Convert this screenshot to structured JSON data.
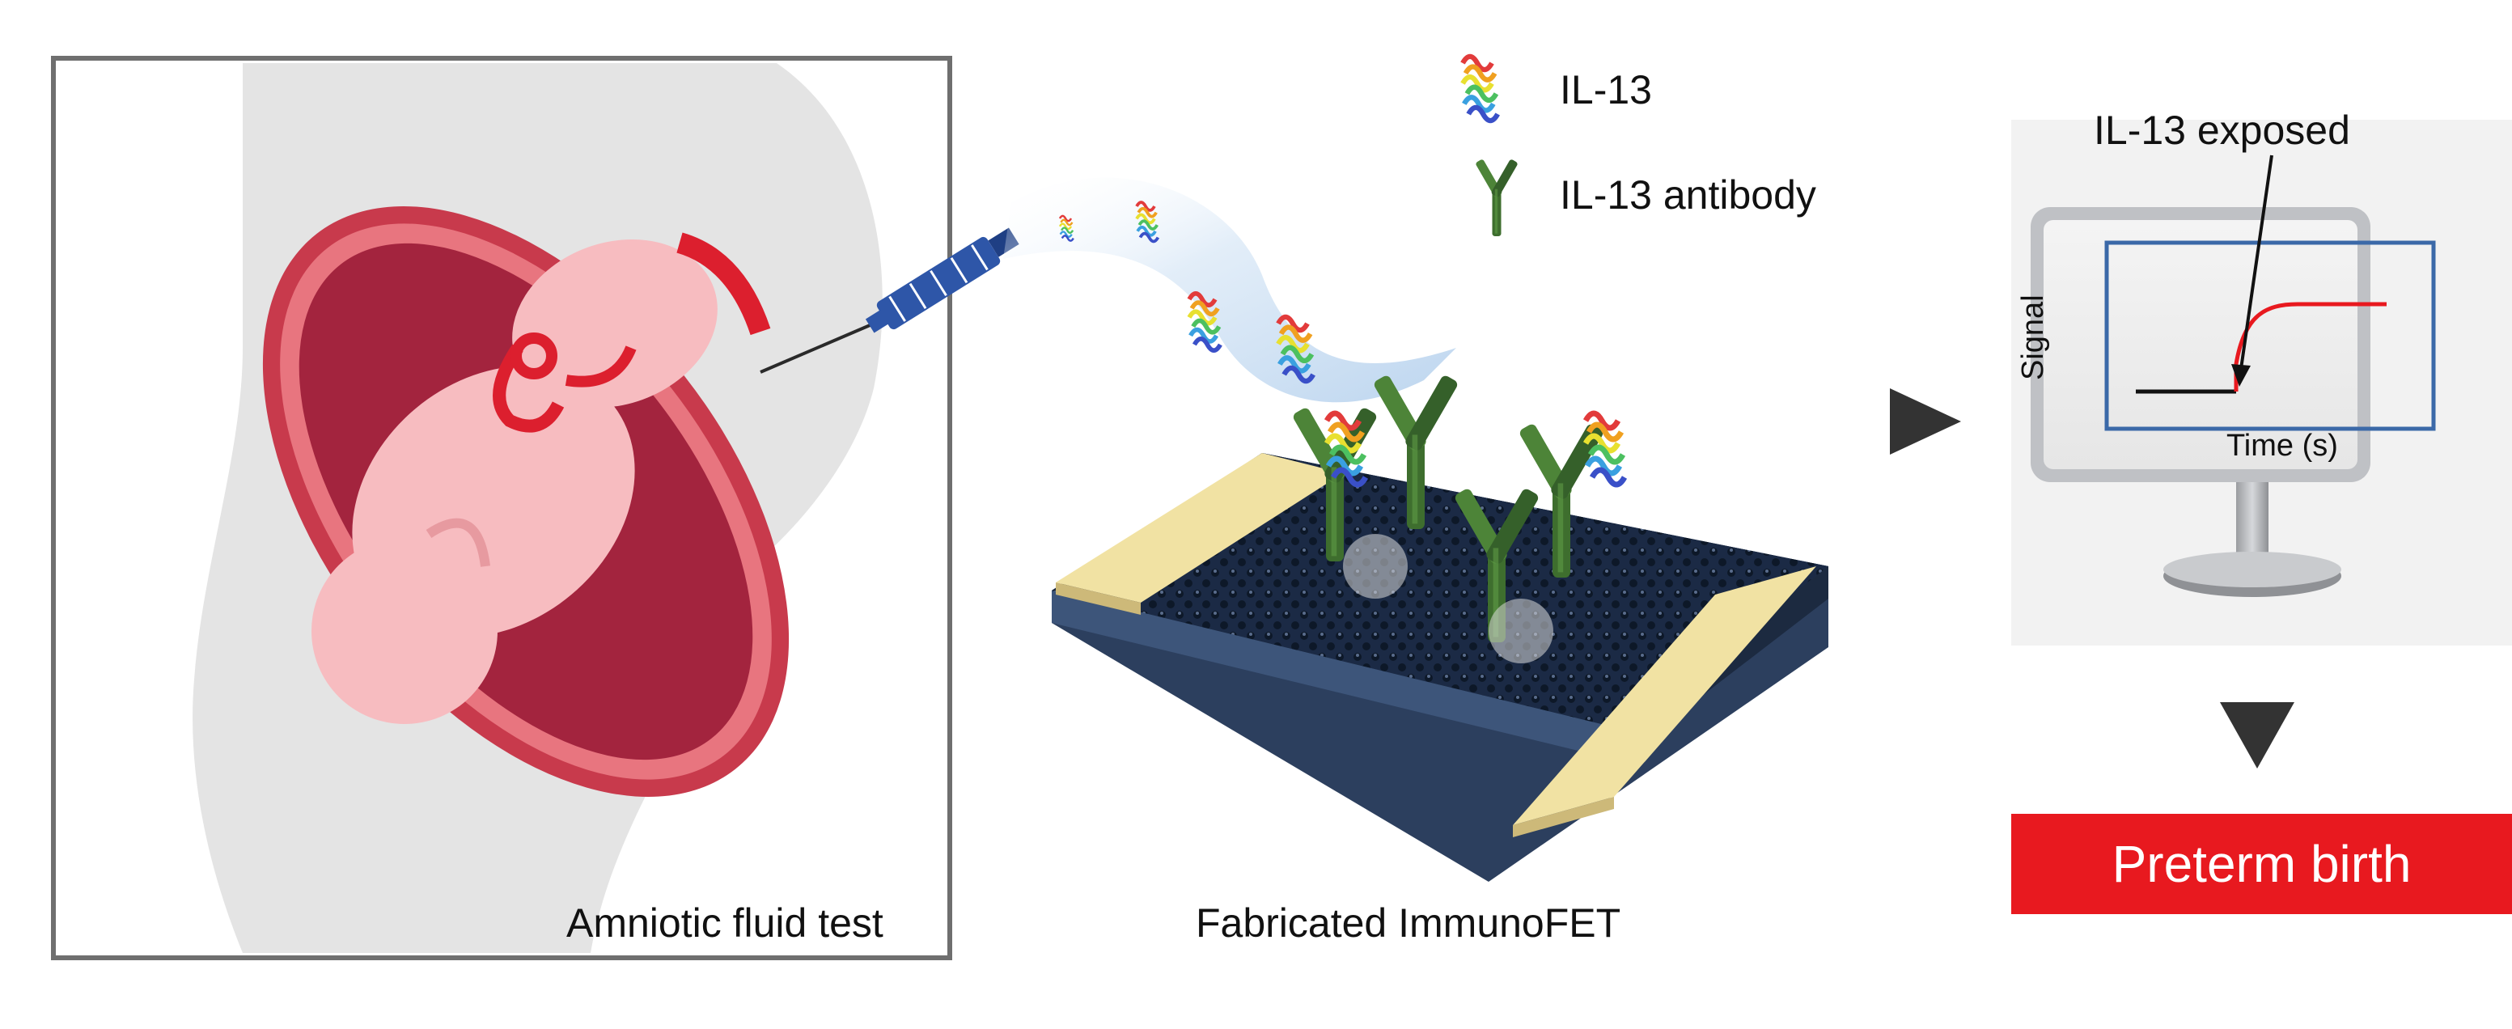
{
  "panels": {
    "amniocentesis": {
      "label": "Amniotic fluid test"
    },
    "immunofet": {
      "label": "Fabricated ImmunoFET"
    },
    "monitor": {
      "annotation": "IL-13 exposed",
      "y_axis_label": "Signal",
      "x_axis_label": "Time (s)"
    },
    "result": {
      "label": "Preterm birth"
    }
  },
  "legend": [
    {
      "icon": "protein-icon",
      "label": "IL-13"
    },
    {
      "icon": "antibody-icon",
      "label": "IL-13 antibody"
    }
  ],
  "colors": {
    "result_red": "#e8191f",
    "signal_red": "#e8191f",
    "uterus_pink": "#e8757f",
    "fetus_pink": "#f7bcc0",
    "antibody_green": "#3e6e2e",
    "electrode_gold": "#f1e2a3",
    "substrate_navy": "#2c3f5e",
    "monitor_frame": "#bfc1c5"
  }
}
